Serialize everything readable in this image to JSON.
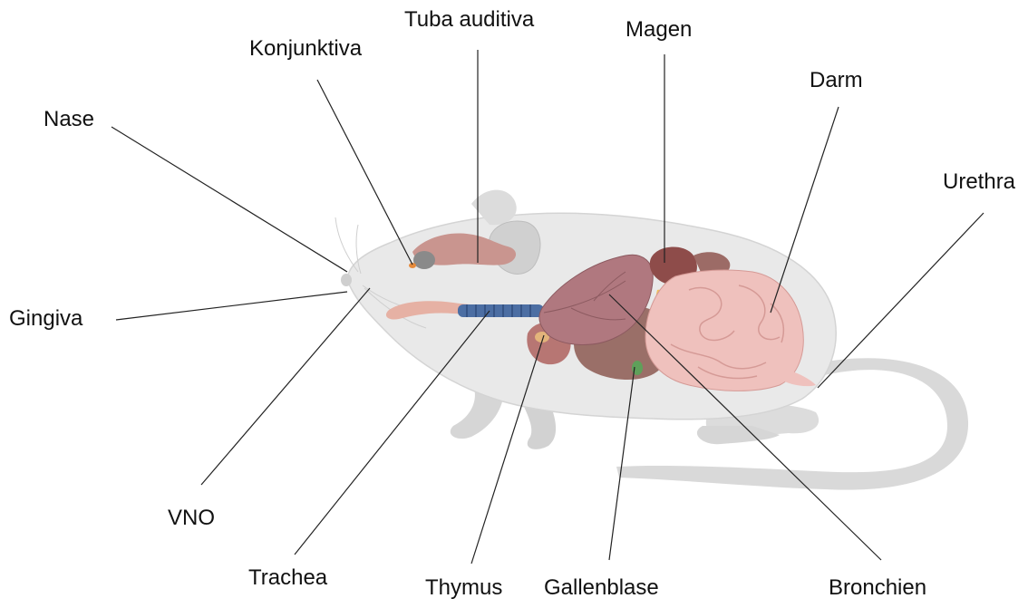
{
  "labels": {
    "nase": "Nase",
    "konjunktiva": "Konjunktiva",
    "tuba_auditiva": "Tuba auditiva",
    "magen": "Magen",
    "darm": "Darm",
    "urethra": "Urethra",
    "gingiva": "Gingiva",
    "vno": "VNO",
    "trachea": "Trachea",
    "thymus": "Thymus",
    "gallenblase": "Gallenblase",
    "bronchien": "Bronchien"
  },
  "colors": {
    "body": "#e9e9e9",
    "body_outline": "#d4d4d4",
    "tail": "#d9d9d9",
    "brain": "#c9958f",
    "tongue": "#e6b1a4",
    "trachea": "#4c6ea3",
    "lung": "#b0787f",
    "liver": "#9a6f68",
    "stomach": "#8e4c4a",
    "intestine": "#efc1bd",
    "pancreas": "#f2c15a",
    "gallbladder": "#5fa05a",
    "eye": "#8a8a8a",
    "leader_line": "#222222"
  }
}
